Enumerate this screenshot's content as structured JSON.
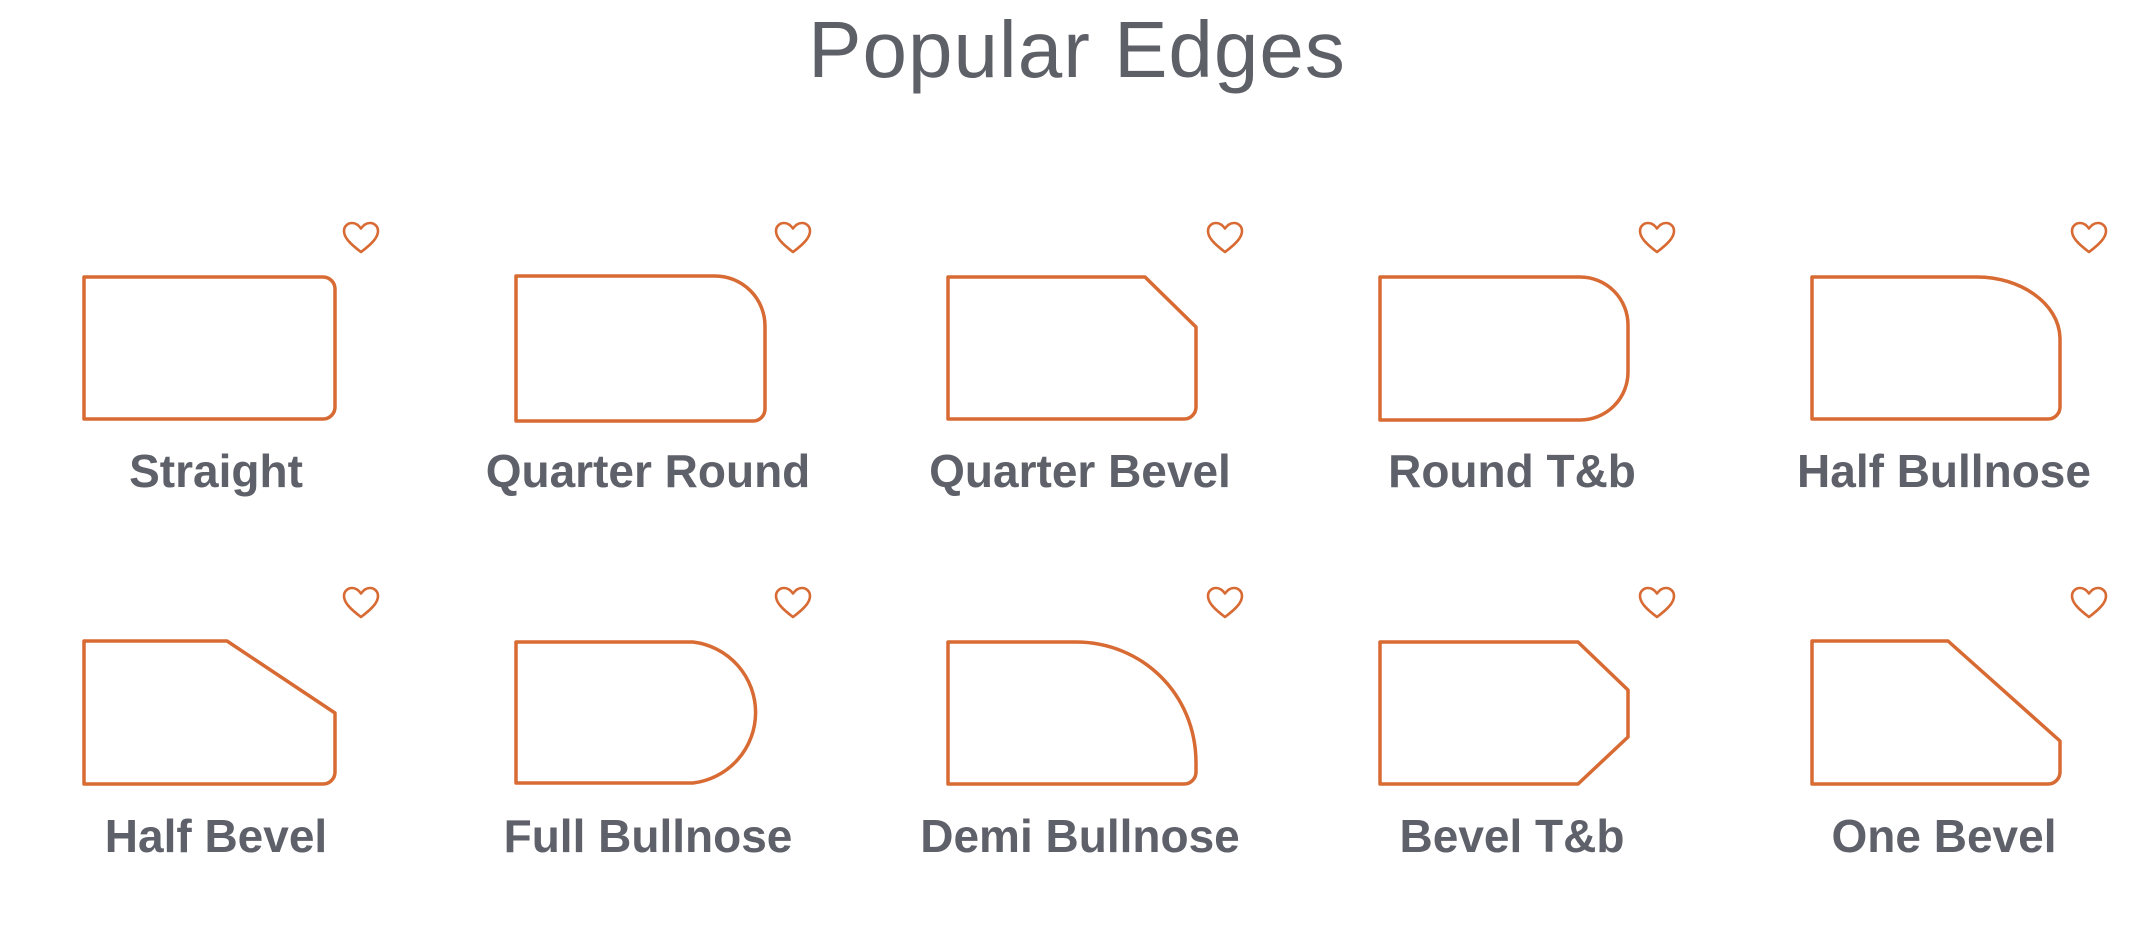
{
  "page": {
    "title": "Popular Edges"
  },
  "colors": {
    "accent": "#d86a33",
    "text": "#5f616a"
  },
  "edges": [
    {
      "label": "Straight",
      "icon": "straight-edge-icon",
      "favorite_icon": "heart-outline-icon"
    },
    {
      "label": "Quarter Round",
      "icon": "quarter-round-edge-icon",
      "favorite_icon": "heart-outline-icon"
    },
    {
      "label": "Quarter Bevel",
      "icon": "quarter-bevel-edge-icon",
      "favorite_icon": "heart-outline-icon"
    },
    {
      "label": "Round T&b",
      "icon": "round-tb-edge-icon",
      "favorite_icon": "heart-outline-icon"
    },
    {
      "label": "Half Bullnose",
      "icon": "half-bullnose-edge-icon",
      "favorite_icon": "heart-outline-icon"
    },
    {
      "label": "Half Bevel",
      "icon": "half-bevel-edge-icon",
      "favorite_icon": "heart-outline-icon"
    },
    {
      "label": "Full Bullnose",
      "icon": "full-bullnose-edge-icon",
      "favorite_icon": "heart-outline-icon"
    },
    {
      "label": "Demi Bullnose",
      "icon": "demi-bullnose-edge-icon",
      "favorite_icon": "heart-outline-icon"
    },
    {
      "label": "Bevel T&b",
      "icon": "bevel-tb-edge-icon",
      "favorite_icon": "heart-outline-icon"
    },
    {
      "label": "One Bevel",
      "icon": "one-bevel-edge-icon",
      "favorite_icon": "heart-outline-icon"
    }
  ]
}
